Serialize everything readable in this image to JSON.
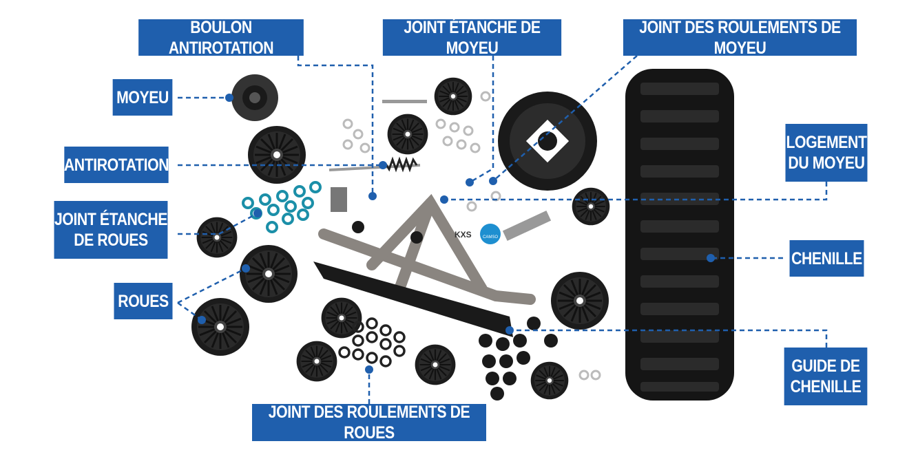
{
  "accent_color": "#1f5fad",
  "labels": {
    "boulon_antirotation": "BOULON ANTIROTATION",
    "joint_etanche_moyeu": "JOINT ÉTANCHE DE MOYEU",
    "joint_roulements_moyeu": "JOINT DES ROULEMENTS DE MOYEU",
    "moyeu": "MOYEU",
    "antirotation": "ANTIROTATION",
    "joint_etanche_roues_1": "JOINT ÉTANCHE",
    "joint_etanche_roues_2": "DE ROUES",
    "roues": "ROUES",
    "logement_moyeu_1": "LOGEMENT",
    "logement_moyeu_2": "DU MOYEU",
    "chenille": "CHENILLE",
    "guide_chenille_1": "GUIDE DE",
    "guide_chenille_2": "CHENILLE",
    "joint_roulements_roues": "JOINT DES ROULEMENTS DE ROUES"
  },
  "frame_brand": "KXS",
  "logo_text": "CAMSO"
}
